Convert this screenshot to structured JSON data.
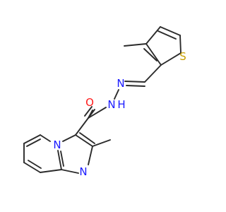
{
  "atoms": {
    "O": {
      "symbol": "O",
      "color": "#ff1a1a"
    },
    "N_amide": {
      "symbol": "N",
      "color": "#1a1aff"
    },
    "H_amide": {
      "symbol": "H",
      "color": "#1a1aff"
    },
    "N_imine": {
      "symbol": "N",
      "color": "#1a1aff"
    },
    "N_bridge": {
      "symbol": "N",
      "color": "#1a1aff"
    },
    "N_ring": {
      "symbol": "N",
      "color": "#1a1aff"
    },
    "S": {
      "symbol": "S",
      "color": "#c8a000"
    }
  },
  "colors": {
    "bond": "#2b2b2b",
    "background": "#ffffff"
  }
}
